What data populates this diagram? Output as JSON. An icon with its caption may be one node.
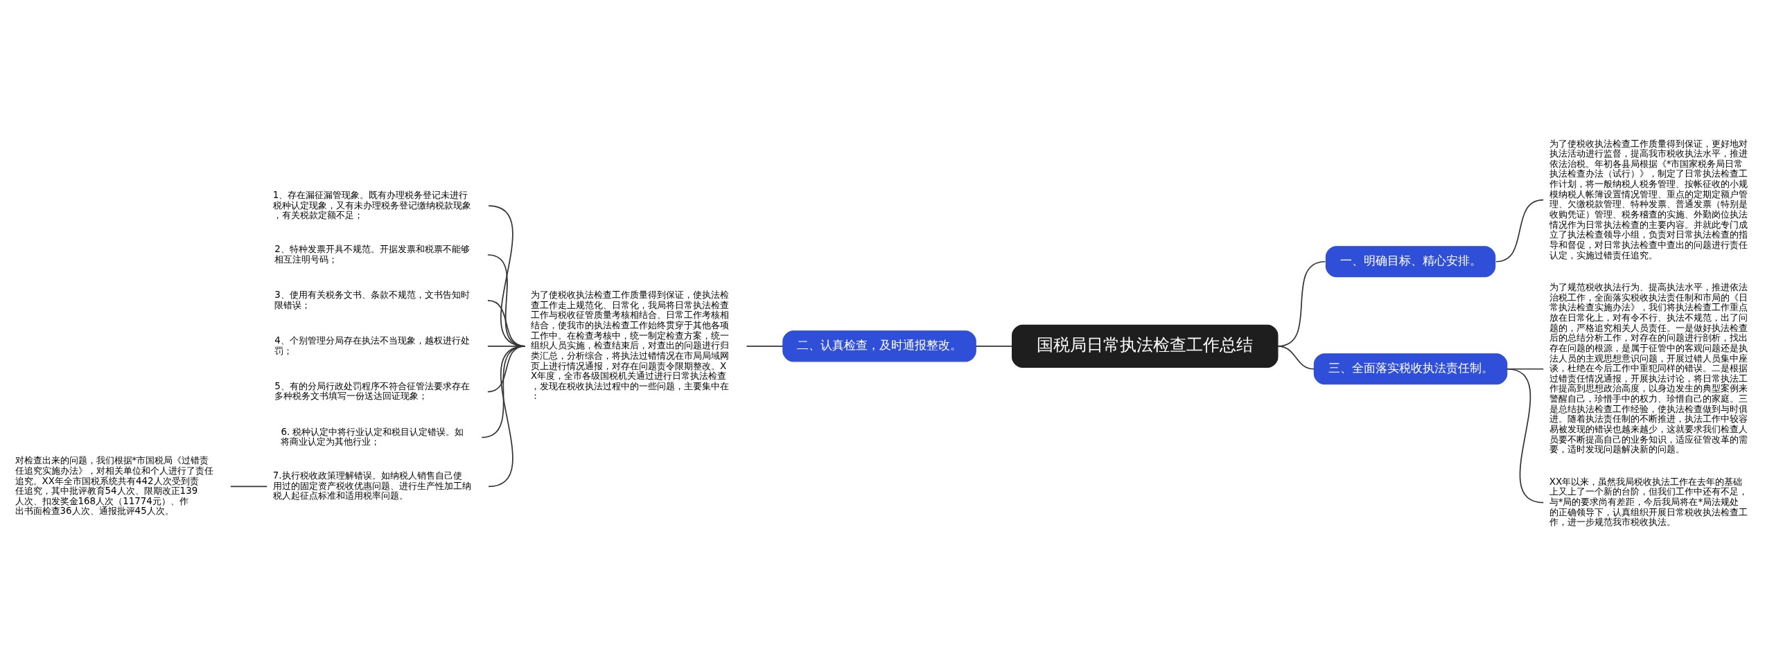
{
  "diagram": {
    "nodes": [
      {
        "text": [
          "国税局日常执法检查工作总结"
        ]
      },
      {
        "text": [
          "一、明确目标、精心安排。"
        ]
      },
      {
        "text": [
          "为了使税收执法检查工作质量得到保证，更好地对执法活动进行监督，提高我市税收执法水平，推进依法治税。年初各县局根据《*市国家税务局日常执法检查办法（试行）》，制定了日常执法检查工作计划，将一般纳税人税务管理、按帐征收的小规模纳税人帐簿设置情况管理、重点的定期定额户管理、欠缴税款管理、特种发票、普通发票（特别是收购凭证）管理、税务稽查的实施、外勤岗位执法情况作为日常执法检查的主要内容。并就此专门成立了执法检查领导小组，负责对日常执法检查的指导和督促，对日常执法检查中查出的问题进行责任认定，实施过错责任追究。"
        ]
      },
      {
        "text": [
          "二、认真检查，及时通报整改。"
        ]
      },
      {
        "text": [
          "为了使税收执法检查工作质量得到保证，使执法检查工作走上规范化、日常化，我局将日常执法检查工作与税收征管质量考核相结合、日常工作考核相结合，使我市的执法检查工作始终贯穿于其他各项工作中。在检查考核中，统一制定检查方案，统一组织人员实施，检查结束后，对查出的问题进行归类汇总，分析综合，将执法过错情况在市局局域网页上进行情况通报，对存在问题责令限期整改。XX年度，全市各级国税机关通过进行日常执法检查，发现在税收执法过程中的一些问题，主要集中在："
        ]
      },
      {
        "text": [
          "1、存在漏征漏管现象。既有办理税务登记未进行税种认定现象，又有未办理税务登记缴纳税款现象，有关税款定额不足；"
        ]
      },
      {
        "text": [
          "2、特种发票开具不规范。开据发票和税票不能够相互注明号码；"
        ]
      },
      {
        "text": [
          "3、使用有关税务文书、条款不规范，文书告知时限错误；"
        ]
      },
      {
        "text": [
          "4、个别管理分局存在执法不当现象，越权进行处罚；"
        ]
      },
      {
        "text": [
          "5、有的分局行政处罚程序不符合征管法要求存在多种税务文书填写一份送达回证现象；"
        ]
      },
      {
        "text": [
          "6. 税种认定中将行业认定和税目认定错误。如将商业认定为其他行业；"
        ]
      },
      {
        "text": [
          "7.执行税收政策理解错误。如纳税人销售自己使用过的固定资产税收优惠问题、进行生产性加工纳税人起征点标准和适用税率问题。"
        ]
      },
      {
        "text": [
          "对检查出来的问题，我们根据*市国税局《过错责任追究实施办法》，对相关单位和个人进行了责任追究。XX年全市国税系统共有442人次受到责任追究，其中批评教育54人次、限期改正139人次、扣发奖金168人次（11774元）、作出书面检查36人次、通报批评45人次。"
        ]
      },
      {
        "text": [
          "三、全面落实税收执法责任制。"
        ]
      },
      {
        "text": [
          "为了规范税收执法行为、提高执法水平，推进依法治税工作，全面落实税收执法责任制和市局的《日常执法检查实施办法》，我们将执法检查工作重点放在日常化上，对有令不行、执法不规范，出了问题的，严格追究相关人员责任。一是做好执法检查后的总结分析工作，对存在的问题进行剖析，找出存在问题的根源，是属于征管中的客观问题还是执法人员的主观思想意识问题，开展过错人员集中座谈，杜绝在今后工作中重犯同样的错误。二是根据过错责任情况通报，开展执法讨论，将日常执法工作提高到思想政治高度，以身边发生的典型案例来警醒自己，珍惜手中的权力、珍惜自己的家庭。三是总结执法检查工作经验，使执法检查做到与时俱进。随着执法责任制的不断推进，执法工作中较容易被发现的错误也越来越少，这就要求我们检查人员要不断提高自己的业务知识，适应征管改革的需要，适时发现问题解决新的问题。"
        ]
      },
      {
        "text": [
          "XX年以来，虽然我局税收执法工作在去年的基础上又上了一个新的台阶，但我们工作中还有不足，与*局的要求尚有差距，今后我局将在*局法规处的正确领导下，认真组织开展日常税收执法检查工作，进一步规范我市税收执法。"
        ]
      }
    ],
    "edges": [
      {
        "from": 0,
        "to": 1,
        "arrow": "none"
      },
      {
        "from": 1,
        "to": 2,
        "arrow": "none"
      },
      {
        "from": 0,
        "to": 3,
        "arrow": "none"
      },
      {
        "from": 3,
        "to": 4,
        "arrow": "none"
      },
      {
        "from": 4,
        "to": 5,
        "arrow": "none"
      },
      {
        "from": 4,
        "to": 6,
        "arrow": "none"
      },
      {
        "from": 4,
        "to": 7,
        "arrow": "none"
      },
      {
        "from": 4,
        "to": 8,
        "arrow": "none"
      },
      {
        "from": 4,
        "to": 9,
        "arrow": "none"
      },
      {
        "from": 4,
        "to": 10,
        "arrow": "none"
      },
      {
        "from": 4,
        "to": 11,
        "arrow": "none"
      },
      {
        "from": 11,
        "to": 12,
        "arrow": "none"
      },
      {
        "from": 0,
        "to": 13,
        "arrow": "none"
      },
      {
        "from": 13,
        "to": 14,
        "arrow": "none"
      },
      {
        "from": 13,
        "to": 15,
        "arrow": "none"
      }
    ]
  }
}
